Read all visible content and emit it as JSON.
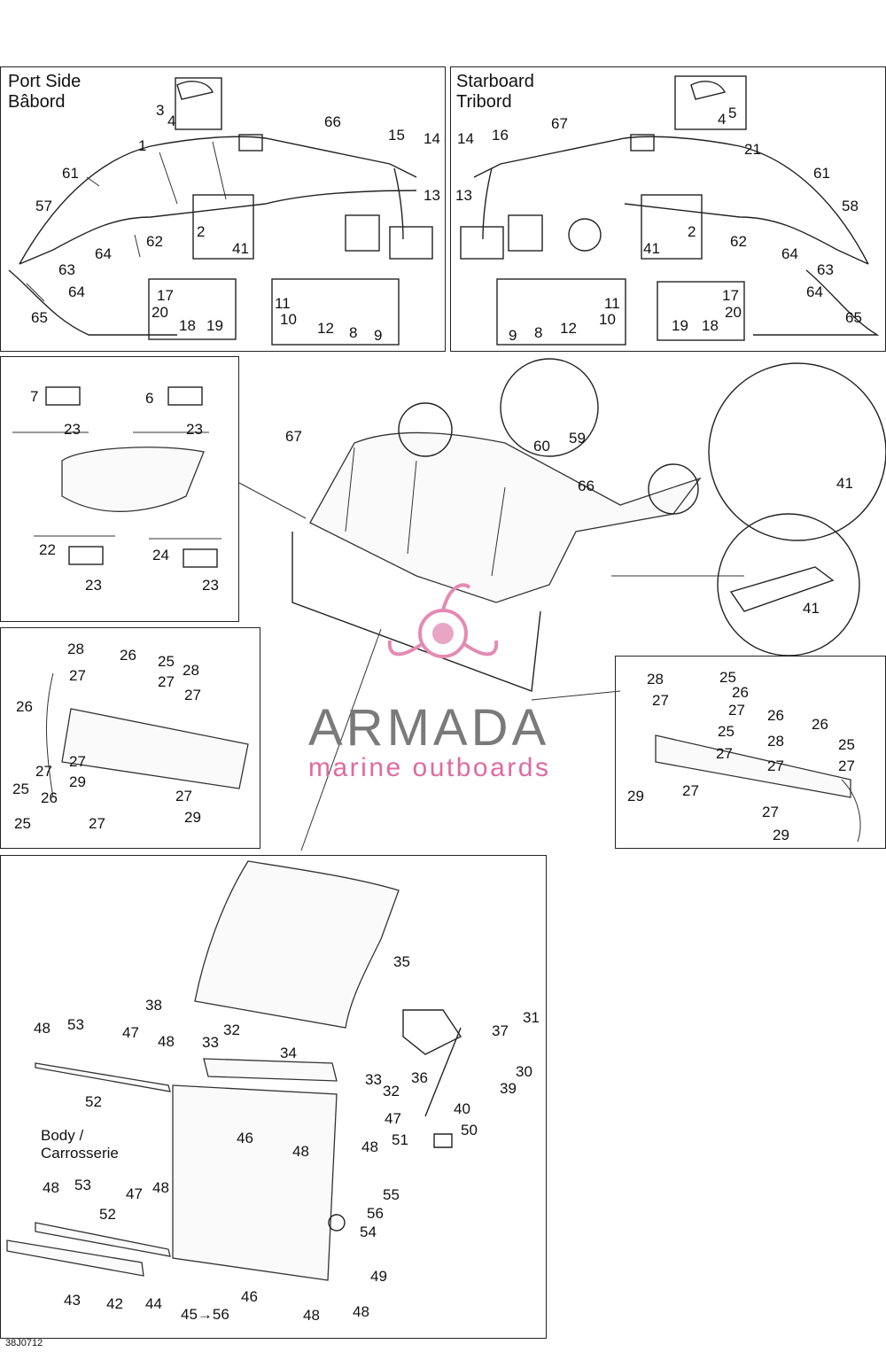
{
  "panels": {
    "port": {
      "title_line1": "Port Side",
      "title_line2": "Bâbord"
    },
    "starboard": {
      "title_line1": "Starboard",
      "title_line2": "Tribord"
    }
  },
  "body_label_line1": "Body /",
  "body_label_line2": "Carrosserie",
  "arrow_label": "45→56",
  "watermark": {
    "title": "ARMADA",
    "subtitle": "marine outboards",
    "color_title": "#7a7a7a",
    "color_subtitle": "#e06aa0"
  },
  "drawing_code": "38J0712",
  "parts": [
    "3",
    "4",
    "66",
    "1",
    "15",
    "14",
    "61",
    "57",
    "13",
    "2",
    "41",
    "64",
    "62",
    "63",
    "65",
    "17",
    "20",
    "18",
    "19",
    "11",
    "10",
    "12",
    "8",
    "9",
    "5",
    "67",
    "16",
    "21",
    "58",
    "6",
    "7",
    "22",
    "24",
    "23",
    "60",
    "59",
    "28",
    "26",
    "25",
    "27",
    "29",
    "53",
    "48",
    "47",
    "33",
    "32",
    "34",
    "37",
    "31",
    "30",
    "36",
    "39",
    "40",
    "38",
    "35",
    "52",
    "51",
    "50",
    "46",
    "55",
    "56",
    "54",
    "42",
    "43",
    "44",
    "49"
  ]
}
